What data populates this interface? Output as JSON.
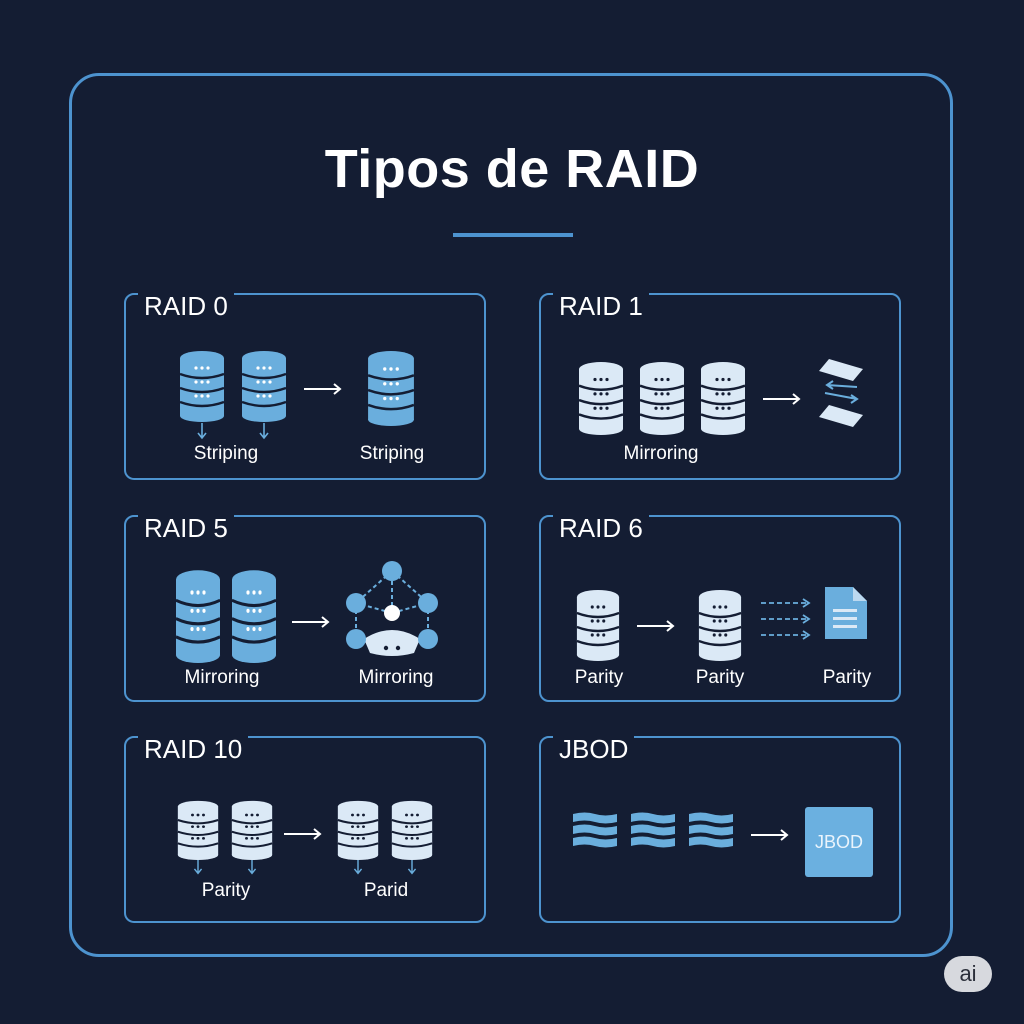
{
  "title": "Tipos de RAID",
  "colors": {
    "background": "#141d33",
    "accent": "#4d93cf",
    "disk_light": "#dbe9f6",
    "disk_blue": "#6aaedd",
    "text": "#ffffff"
  },
  "cards": [
    {
      "label": "RAID 0",
      "captions": [
        "Striping",
        "Striping"
      ],
      "icons": [
        "disk-stack-icon",
        "disk-stack-icon",
        "disk-stack-icon"
      ]
    },
    {
      "label": "RAID 1",
      "captions": [
        "Mirroring"
      ],
      "icons": [
        "disk-stack-icon",
        "disk-stack-icon",
        "disk-stack-icon",
        "mirror-blocks-icon"
      ]
    },
    {
      "label": "RAID 5",
      "captions": [
        "Mirroring",
        "Mirroring"
      ],
      "icons": [
        "disk-stack-icon",
        "disk-stack-icon",
        "network-node-icon"
      ]
    },
    {
      "label": "RAID 6",
      "captions": [
        "Parity",
        "Parity",
        "Parity"
      ],
      "icons": [
        "disk-stack-icon",
        "disk-stack-icon",
        "document-icon"
      ]
    },
    {
      "label": "RAID 10",
      "captions": [
        "Parity",
        "Parid"
      ],
      "icons": [
        "disk-stack-icon",
        "disk-stack-icon",
        "disk-stack-icon",
        "disk-stack-icon"
      ]
    },
    {
      "label": "JBOD",
      "captions": [],
      "box_label": "JBOD",
      "icons": [
        "wave-stack-icon",
        "wave-stack-icon",
        "wave-stack-icon"
      ]
    }
  ],
  "badge": "ai"
}
